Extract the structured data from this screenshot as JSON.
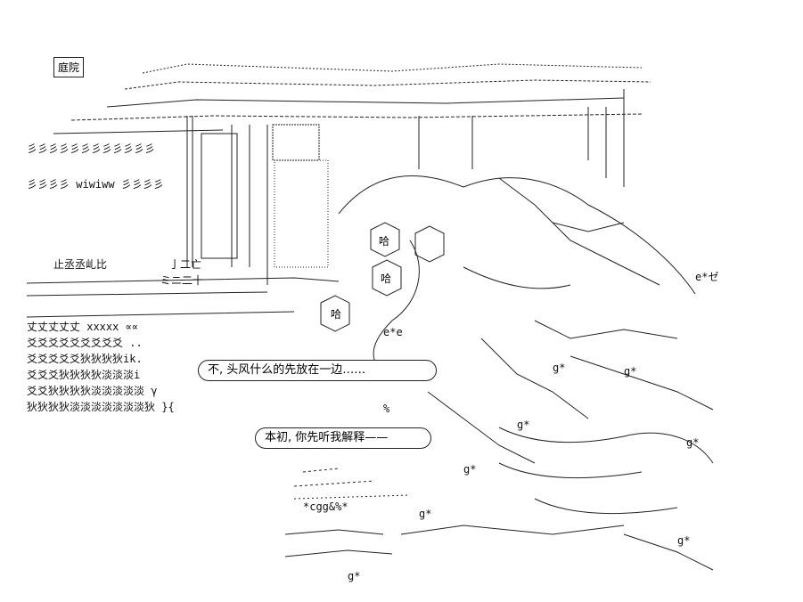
{
  "location_label": "庭院",
  "bubbles": {
    "line_one": "不, 头风什么的先放在一边……",
    "line_two": "本初, 你先听我解释——"
  },
  "signs": [
    "哈",
    "哈",
    "哈"
  ],
  "hedge_rows": [
    "彡彡彡彡彡彡彡彡彡彡彡彡",
    "彡彡彡彡 wiwiww 彡彡彡彡",
    "丈丈丈丈丈 xxxxx ∝∝",
    "爻爻爻爻爻爻爻爻爻 ..",
    "爻爻爻爻爻狄狄狄狄ik.",
    "爻爻爻狄狄狄狄淡淡淡i",
    "爻爻狄狄狄狄淡淡淡淡淡 γ",
    "狄狄狄狄淡淡淡淡淡淡淡狄 }{"
  ],
  "wall_text": [
    "止丞丞乢比",
    "亅二亡",
    "ミニ二十"
  ],
  "sparkles": "g*",
  "sound_marks": [
    "e*e",
    "*cgg&%*",
    "e*ゼ",
    "%"
  ]
}
